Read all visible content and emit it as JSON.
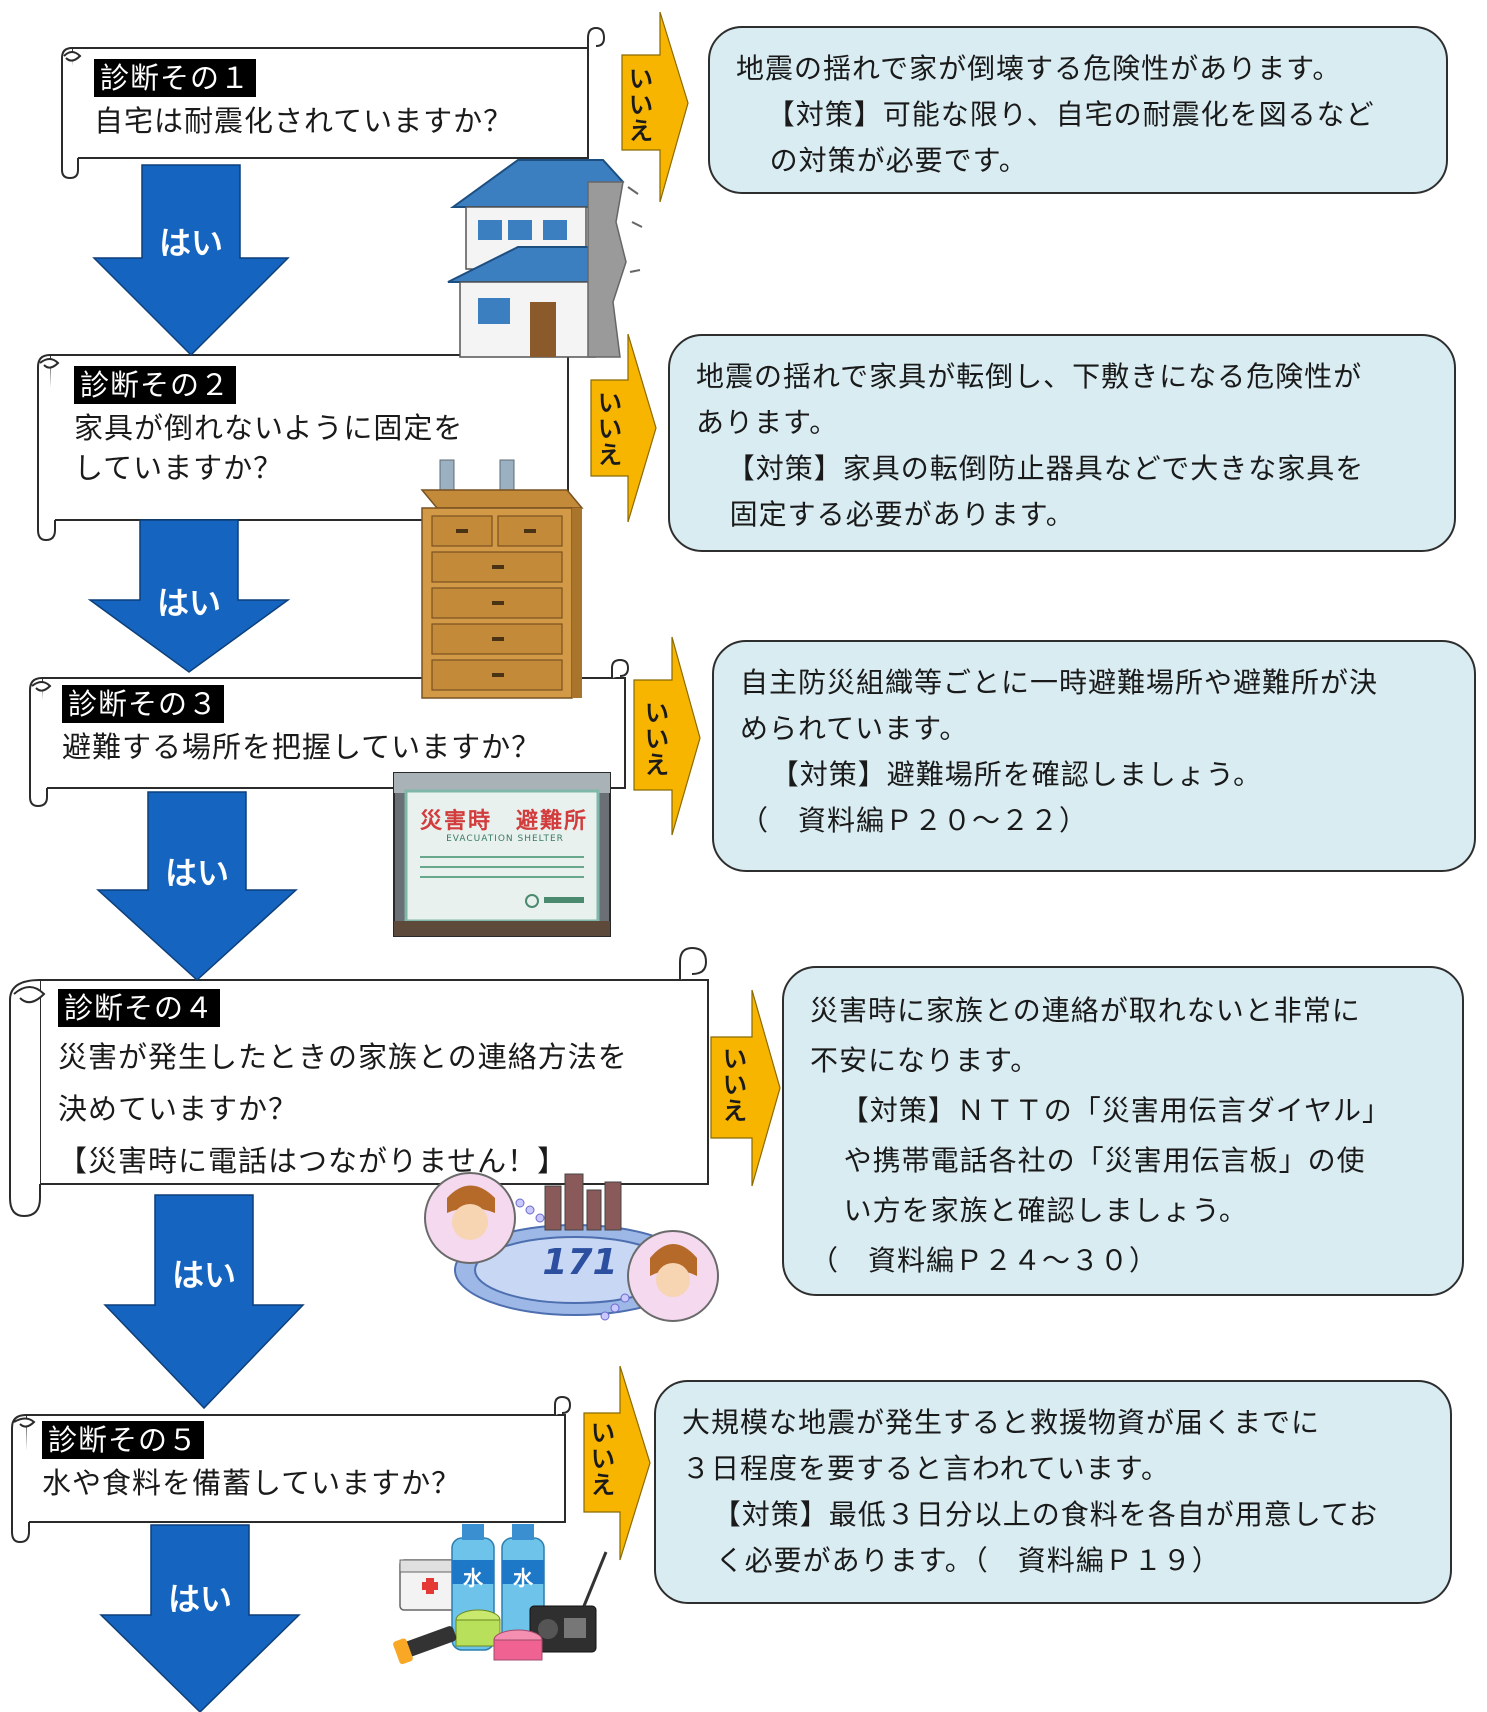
{
  "steps": [
    {
      "tag": "診断その１",
      "question": "自宅は耐震化されていますか？",
      "no_label": "いいえ",
      "yes_label": "はい",
      "advice": [
        "地震の揺れで家が倒壊する危険性があります。",
        "【対策】可能な限り、自宅の耐震化を図るなど",
        "の対策が必要です。"
      ]
    },
    {
      "tag": "診断その２",
      "question": "家具が倒れないように固定を\nしていますか？",
      "no_label": "いいえ",
      "yes_label": "はい",
      "advice": [
        "地震の揺れで家具が転倒し、下敷きになる危険性が",
        "あります。",
        "【対策】家具の転倒防止器具などで大きな家具を",
        "固定する必要があります。"
      ]
    },
    {
      "tag": "診断その３",
      "question": "避難する場所を把握していますか？",
      "no_label": "いいえ",
      "yes_label": "はい",
      "advice": [
        "自主防災組織等ごとに一時避難場所や避難所が決",
        "められています。",
        "【対策】避難場所を確認しましょう。",
        "（　資料編Ｐ２０～２２）"
      ]
    },
    {
      "tag": "診断その４",
      "question": "災害が発生したときの家族との連絡方法を\n決めていますか？\n【災害時に電話はつながりません！】",
      "no_label": "いいえ",
      "yes_label": "はい",
      "advice": [
        "災害時に家族との連絡が取れないと非常に",
        "不安になります。",
        "【対策】ＮＴＴの「災害用伝言ダイヤル」",
        "や携帯電話各社の「災害用伝言板」の使",
        "い方を家族と確認しましょう。",
        "（　資料編Ｐ２４～３０）"
      ]
    },
    {
      "tag": "診断その５",
      "question": "水や食料を備蓄していますか？",
      "no_label": "いいえ",
      "yes_label": "はい",
      "advice": [
        "大規模な地震が発生すると救援物資が届くまでに",
        "３日程度を要すると言われています。",
        "【対策】最低３日分以上の食料を各自が用意してお",
        "く必要があります。（　資料編Ｐ１９）"
      ]
    }
  ],
  "illustrations": {
    "shelter_sign_title": "災害時　避難所",
    "shelter_sign_en": "EVACUATION SHELTER",
    "dial_number": "171",
    "water_bottle_label": "水"
  },
  "colors": {
    "arrow_blue": "#1565c0",
    "arrow_yellow": "#f7b500",
    "advice_bg": "#d9ecf2"
  }
}
